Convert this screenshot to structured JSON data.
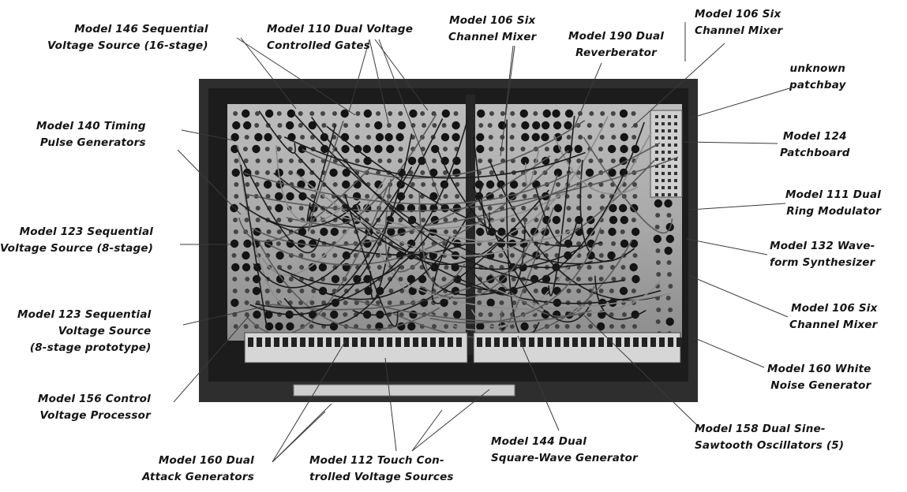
{
  "photo": {
    "subject": "modular-synthesizer-cabinet"
  },
  "labels": {
    "m146": [
      "Model 146 Sequential",
      "Voltage Source (16-stage)"
    ],
    "m110": [
      "Model 110 Dual Voltage",
      "Controlled Gates"
    ],
    "m106a": [
      "Model 106 Six",
      "Channel Mixer"
    ],
    "m190": [
      "Model 190 Dual",
      "Reverberator"
    ],
    "m106b": [
      "Model 106 Six",
      "Channel Mixer"
    ],
    "patchbay": [
      "unknown",
      "patchbay"
    ],
    "m140": [
      "Model 140 Timing",
      "Pulse Generators"
    ],
    "m124": [
      "Model 124",
      "Patchboard"
    ],
    "m111": [
      "Model 111 Dual",
      "Ring Modulator"
    ],
    "m123a": [
      "Model 123 Sequential",
      "Voltage Source (8-stage)"
    ],
    "m132": [
      "Model 132 Wave-",
      "form Synthesizer"
    ],
    "m123b": [
      "Model 123 Sequential",
      "Voltage Source",
      "(8-stage prototype)"
    ],
    "m106c": [
      "Model 106 Six",
      "Channel Mixer"
    ],
    "m156": [
      "Model 156 Control",
      "Voltage Processor"
    ],
    "m160w": [
      "Model 160 White",
      "Noise Generator"
    ],
    "m158": [
      "Model 158 Dual Sine-",
      "Sawtooth Oscillators (5)"
    ],
    "m144": [
      "Model 144 Dual",
      "Square-Wave Generator"
    ],
    "m160a": [
      "Model 160 Dual",
      "Attack Generators"
    ],
    "m112": [
      "Model 112 Touch Con-",
      "trolled Voltage Sources"
    ]
  }
}
